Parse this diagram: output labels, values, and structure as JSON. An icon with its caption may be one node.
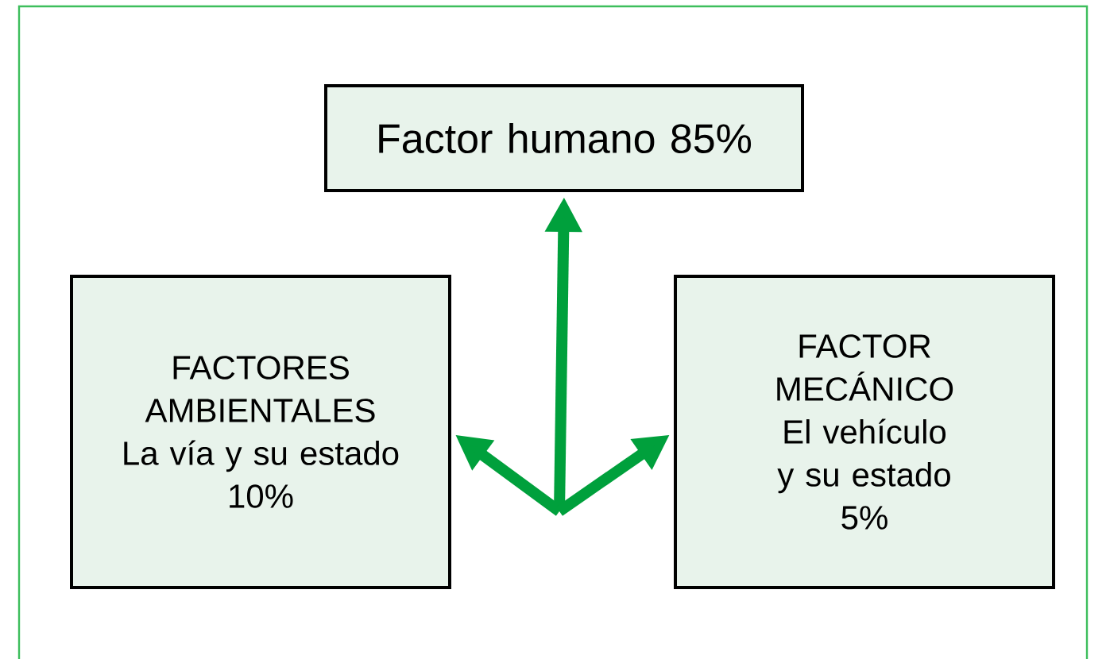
{
  "diagram": {
    "nodes": [
      {
        "text": [
          "Factor humano 85%"
        ]
      },
      {
        "text": [
          "FACTORES AMBIENTALES",
          "La vía y su estado",
          "10%"
        ]
      },
      {
        "text": [
          "FACTOR MECÁNICO",
          "El vehículo y su estado",
          "5%"
        ]
      }
    ],
    "edges": [
      {
        "from": null,
        "to": 0,
        "arrow": "to"
      },
      {
        "from": null,
        "to": 1,
        "arrow": "to"
      },
      {
        "from": null,
        "to": 2,
        "arrow": "to"
      }
    ]
  }
}
